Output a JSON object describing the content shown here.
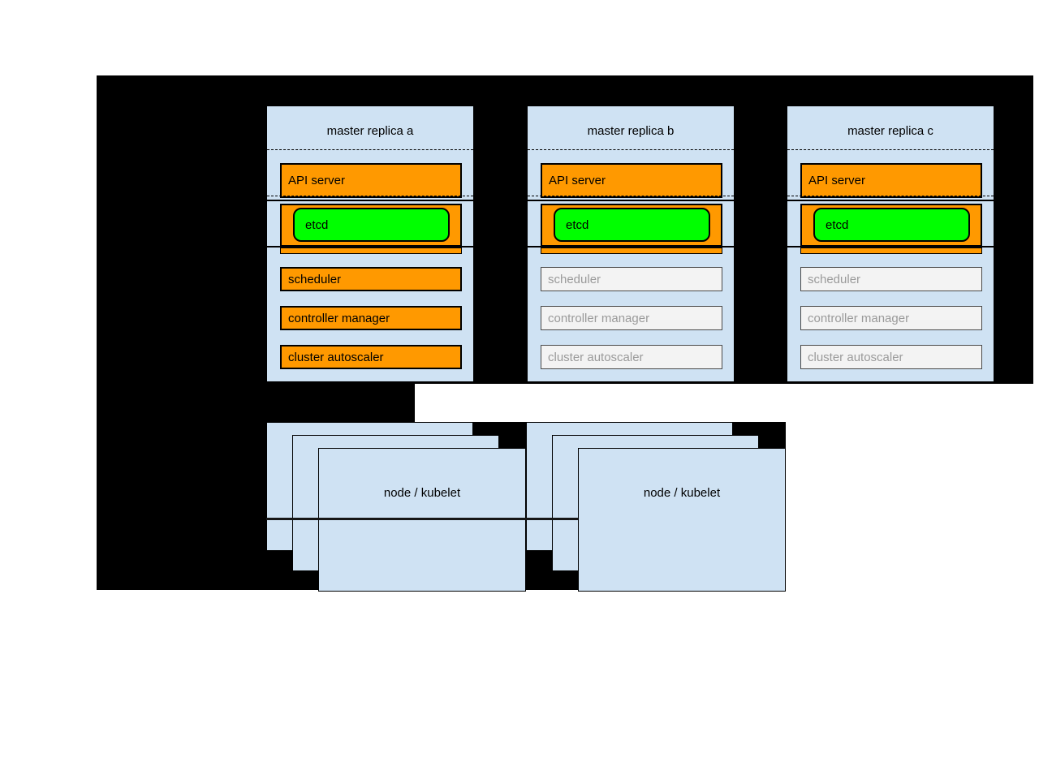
{
  "colors": {
    "black": "#000000",
    "blue": "#cfe2f3",
    "orange": "#ff9900",
    "green": "#00ff00",
    "grayfill": "#f3f3f3",
    "grayborder": "#4a4a4a",
    "graytext": "#9a9a9a"
  },
  "masters": [
    {
      "title": "master replica a",
      "state_class": "master active",
      "components": {
        "api_server": "API server",
        "etcd": "etcd",
        "scheduler": "scheduler",
        "controller_manager": "controller manager",
        "cluster_autoscaler": "cluster autoscaler"
      }
    },
    {
      "title": "master replica b",
      "state_class": "master inactive",
      "components": {
        "api_server": "API server",
        "etcd": "etcd",
        "scheduler": "scheduler",
        "controller_manager": "controller manager",
        "cluster_autoscaler": "cluster autoscaler"
      }
    },
    {
      "title": "master replica c",
      "state_class": "master inactive",
      "components": {
        "api_server": "API server",
        "etcd": "etcd",
        "scheduler": "scheduler",
        "controller_manager": "controller manager",
        "cluster_autoscaler": "cluster autoscaler"
      }
    }
  ],
  "nodes": [
    {
      "label": "node / kubelet"
    },
    {
      "label": "node / kubelet"
    }
  ]
}
